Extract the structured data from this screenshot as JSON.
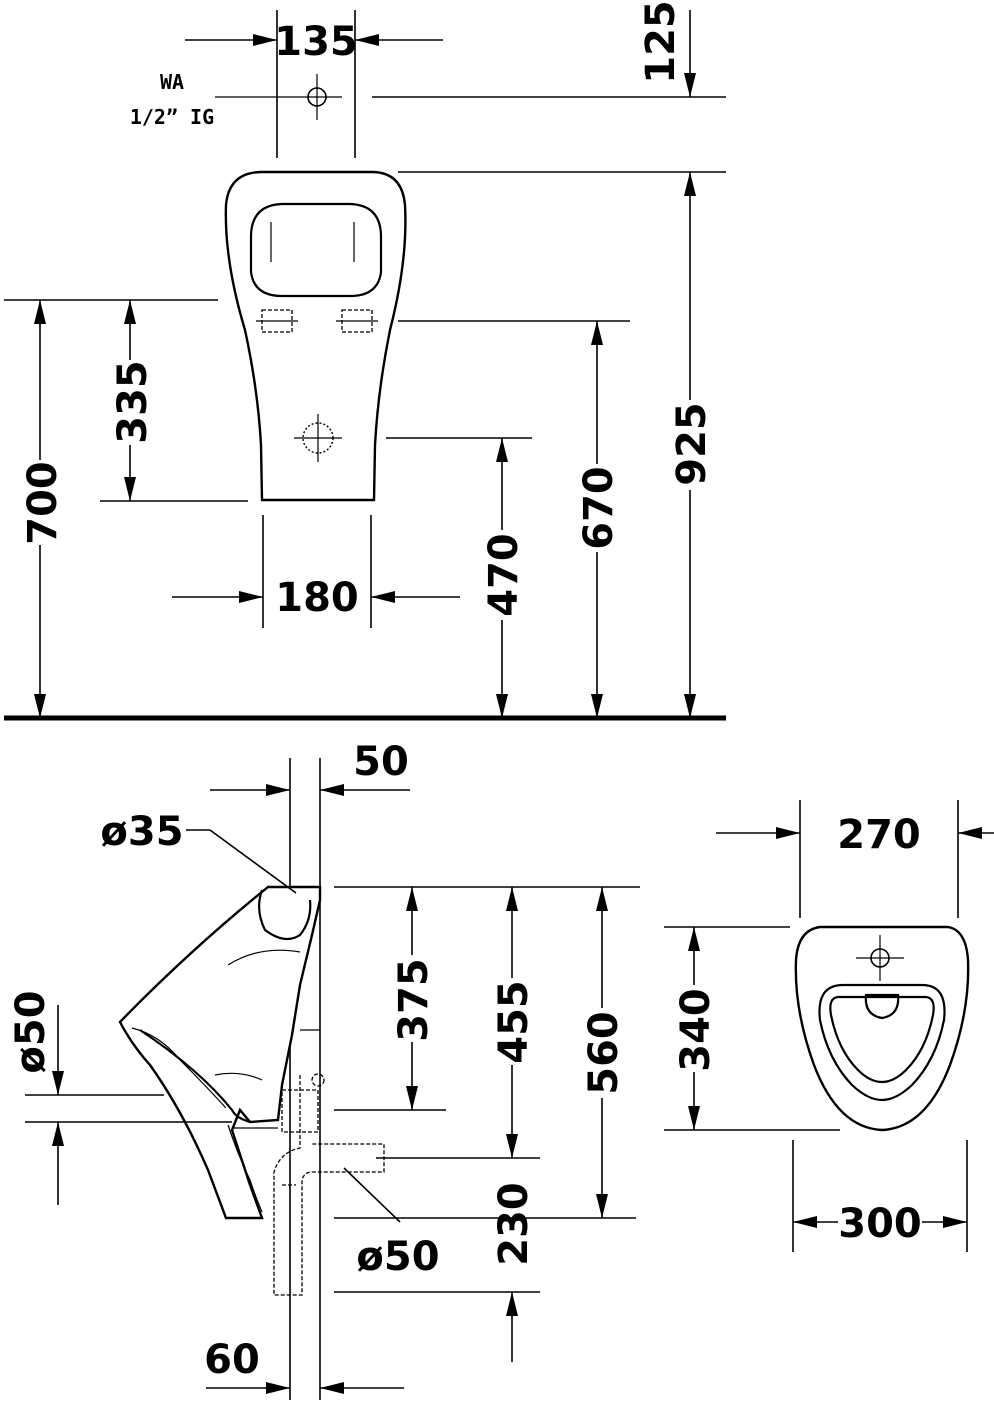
{
  "front_view": {
    "supply_label_line1": "WA",
    "supply_label_line2": "1/2” IG",
    "dim_supply_width": "135",
    "dim_supply_top": "125",
    "dim_total_height": "925",
    "dim_fixing_height": "700",
    "dim_fixing_to_outlet": "335",
    "dim_bracket_height": "670",
    "dim_outlet_height": "470",
    "dim_base_width": "180"
  },
  "side_view": {
    "dim_inlet_offset": "50",
    "inlet_diameter": "ø35",
    "outlet_diameter_left": "ø50",
    "outlet_diameter_trap": "ø50",
    "dim_375": "375",
    "dim_455": "455",
    "dim_560": "560",
    "dim_230": "230",
    "dim_trap_offset": "60"
  },
  "top_view": {
    "dim_depth_top": "270",
    "dim_bowl_depth": "340",
    "dim_width_bottom": "300"
  }
}
